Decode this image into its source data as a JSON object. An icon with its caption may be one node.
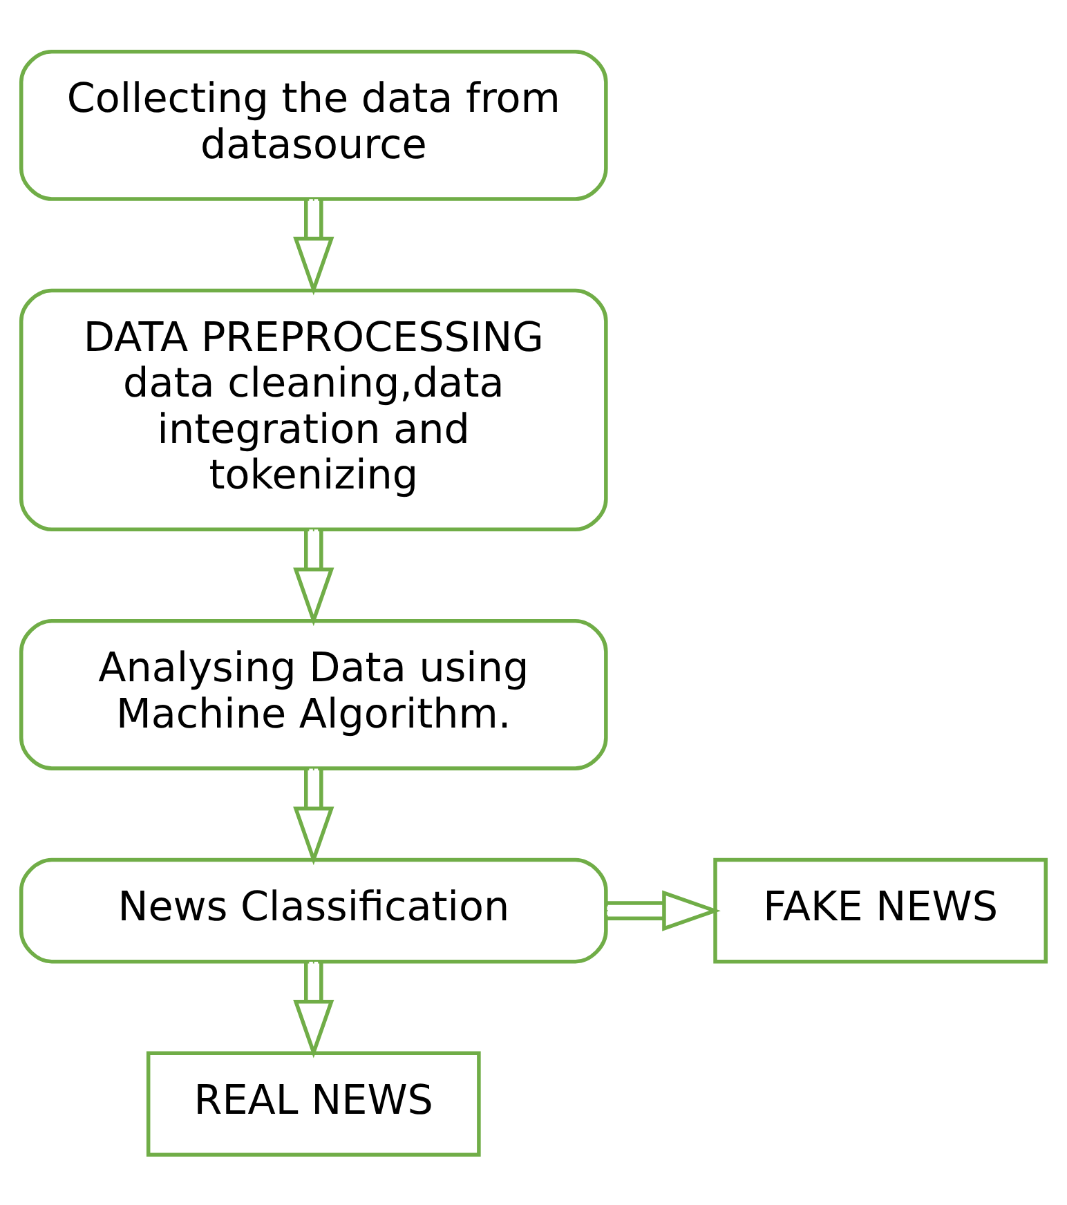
{
  "diagram": {
    "nodes": [
      {
        "text": [
          "Collecting the data from datasource"
        ]
      },
      {
        "text": [
          "DATA PREPROCESSING",
          "data cleaning,data integration and tokenizing"
        ]
      },
      {
        "text": [
          "Analysing Data using Machine Algorithm."
        ]
      },
      {
        "text": [
          "News Classification"
        ]
      },
      {
        "text": [
          "FAKE NEWS"
        ]
      },
      {
        "text": [
          "REAL NEWS"
        ]
      }
    ],
    "edges": [
      {
        "from": 0,
        "to": 1,
        "arrow": "to"
      },
      {
        "from": 1,
        "to": 2,
        "arrow": "to"
      },
      {
        "from": 2,
        "to": 3,
        "arrow": "to"
      },
      {
        "from": 3,
        "to": 4,
        "arrow": "to"
      },
      {
        "from": 3,
        "to": 5,
        "arrow": "to"
      }
    ]
  }
}
